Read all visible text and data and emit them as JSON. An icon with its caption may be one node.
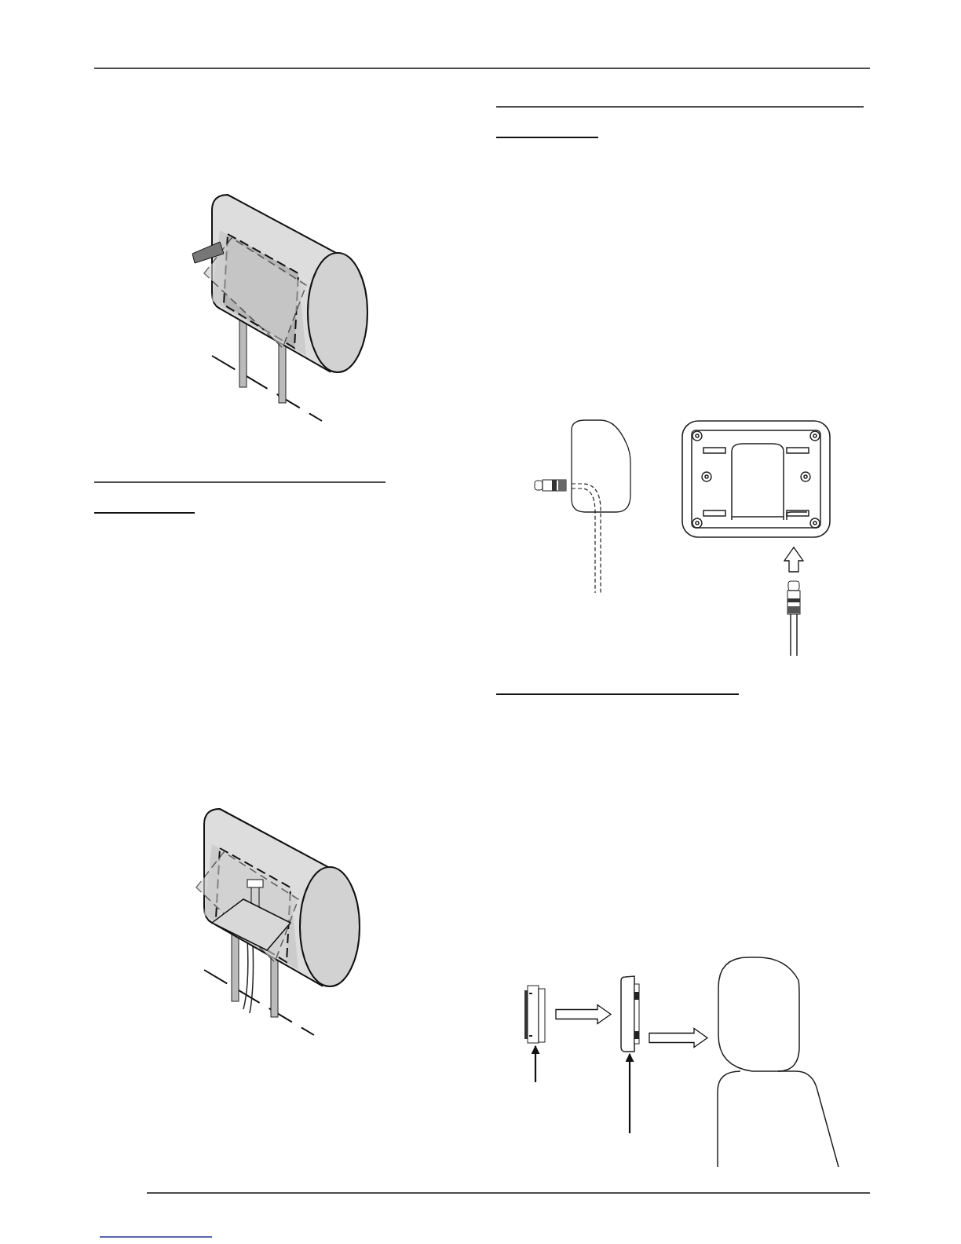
{
  "diagram": {
    "nodes": [
      {
        "text": [],
        "shape": "plug"
      },
      {
        "text": [],
        "shape": "plate"
      },
      {
        "text": [],
        "shape": "bracket"
      },
      {
        "text": [],
        "shape": "monitor"
      },
      {
        "text": [],
        "shape": "headrest"
      }
    ],
    "edges": [
      {
        "from": 0,
        "to": 1,
        "arrow": "to",
        "style": "thick"
      },
      {
        "from": 2,
        "to": 3,
        "arrow": "to",
        "style": "thick"
      },
      {
        "from": 3,
        "to": 4,
        "arrow": "to",
        "style": "thick"
      },
      {
        "from": null,
        "to": 2,
        "arrow": "to"
      },
      {
        "from": null,
        "to": 3,
        "arrow": "to"
      }
    ]
  }
}
